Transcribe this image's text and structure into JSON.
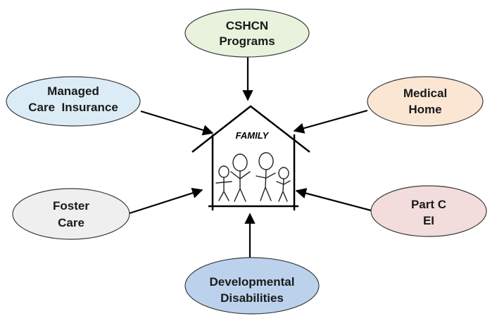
{
  "center": {
    "label": "FAMILY"
  },
  "nodes": [
    {
      "id": "cshcn",
      "lines": [
        "CSHCN",
        "Programs"
      ],
      "fill": "#e8f2dc"
    },
    {
      "id": "managed-care",
      "lines": [
        "Managed",
        "Care  Insurance"
      ],
      "fill": "#dcecf6"
    },
    {
      "id": "medical-home",
      "lines": [
        "Medical",
        "Home"
      ],
      "fill": "#fbe6d3"
    },
    {
      "id": "foster-care",
      "lines": [
        "Foster",
        "Care"
      ],
      "fill": "#efefef"
    },
    {
      "id": "part-c",
      "lines": [
        "Part C",
        "EI"
      ],
      "fill": "#f3dcdc"
    },
    {
      "id": "developmental",
      "lines": [
        "Developmental",
        "Disabilities"
      ],
      "fill": "#bcd2ec"
    }
  ]
}
